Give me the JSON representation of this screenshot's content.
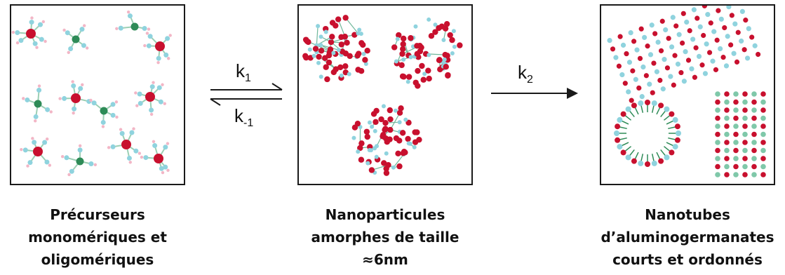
{
  "captions": [
    [
      "Précurseurs",
      "monomériques et",
      "oligomériques"
    ],
    [
      "Nanoparticules",
      "amorphes de taille",
      "≈6nm"
    ],
    [
      "Nanotubes",
      "d’aluminogermanates",
      "courts et ordonnés"
    ]
  ],
  "rates": {
    "k1": {
      "base": "k",
      "sub": "1"
    },
    "k_1": {
      "base": "k",
      "sub": "-1"
    },
    "k2": {
      "base": "k",
      "sub": "2"
    }
  },
  "colors": {
    "aluminum": "#c8102e",
    "germanium": "#2e8b57",
    "oxygen": "#8fd3de",
    "hydrogen": "#f2b6c6",
    "arrow": "#1a1a1a"
  }
}
